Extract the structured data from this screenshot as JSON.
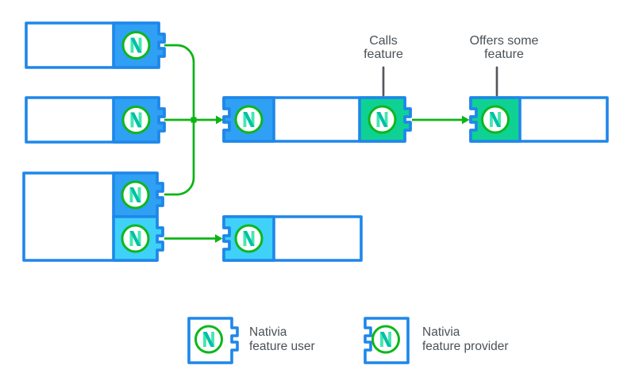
{
  "labels": {
    "calls_feature": [
      "Calls",
      "feature"
    ],
    "offers_feature": [
      "Offers some",
      "feature"
    ]
  },
  "legend": {
    "user_label": [
      "Nativia",
      "feature user"
    ],
    "provider_label": [
      "Nativia",
      "feature provider"
    ]
  },
  "icons": {
    "logo": "nativia-n-logo",
    "logo_letter": "N"
  },
  "colors": {
    "background": "#ffffff",
    "border_blue": "#1e87ea",
    "section_blue": "#2fa0f4",
    "section_cyan": "#3fd1f7",
    "section_green": "#10d194",
    "arrow_green": "#0db414",
    "logo_ring_green": "#0cb71c",
    "n_teal": "#00c0a6",
    "n_mint": "#44e7b2",
    "label_text": "#4b5158",
    "pointer_line": "#54585c"
  },
  "structure": {
    "components": [
      {
        "id": "app-1",
        "connectors": [
          "feature-user-right"
        ]
      },
      {
        "id": "app-2",
        "connectors": [
          "feature-user-right"
        ]
      },
      {
        "id": "app-3",
        "connectors": [
          "feature-user-right",
          "feature-user-right"
        ]
      },
      {
        "id": "middle",
        "connectors": [
          "feature-provider-left",
          "feature-user-right"
        ]
      },
      {
        "id": "right",
        "connectors": [
          "feature-provider-left"
        ]
      },
      {
        "id": "bottom",
        "connectors": [
          "feature-provider-left"
        ]
      }
    ],
    "arrows": [
      "app-1 -> middle",
      "app-2 -> middle",
      "app-3 -> middle",
      "app-3 -> bottom",
      "middle -> right"
    ]
  }
}
